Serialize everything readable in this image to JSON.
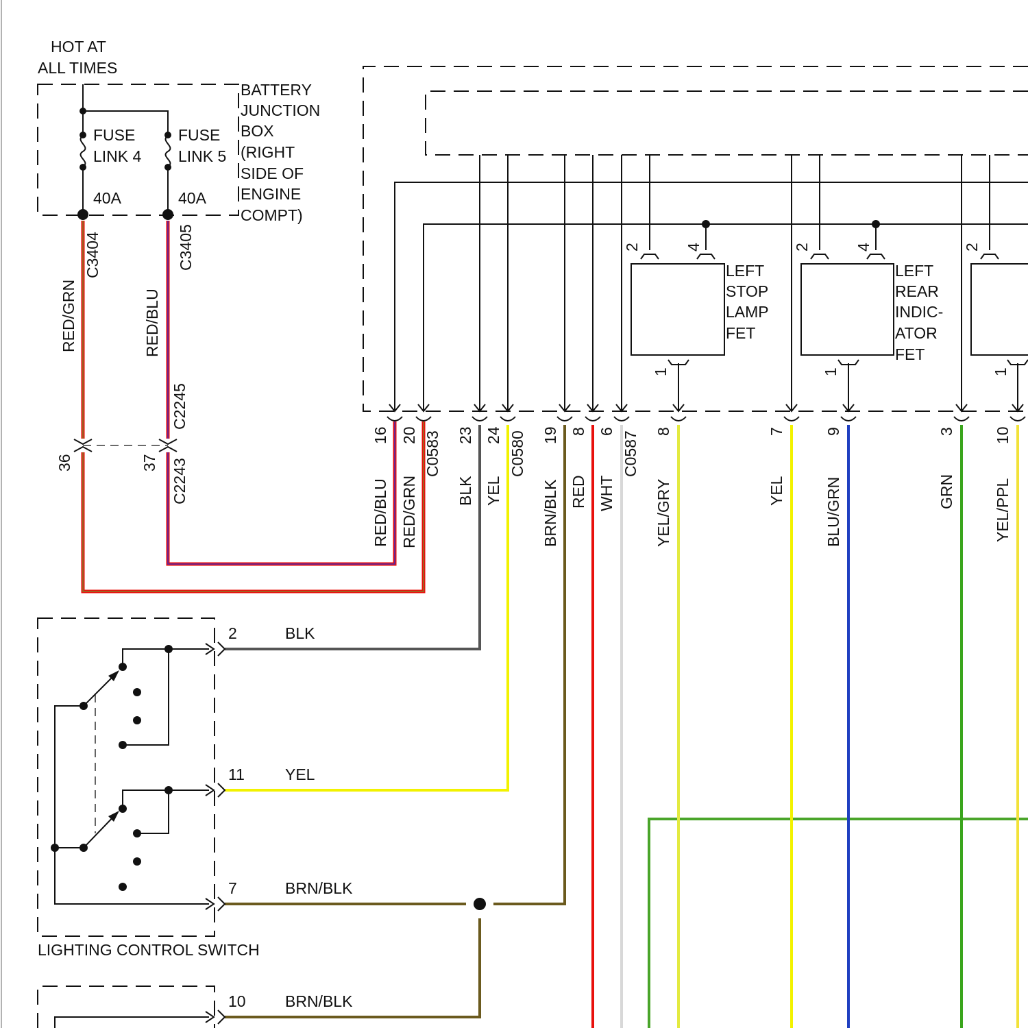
{
  "colors": {
    "red": "#e8100c",
    "red_grn_outer": "#e8100c",
    "red_grn_inner": "#8a7a2a",
    "red_blu_outer": "#e8100c",
    "red_blu_inner": "#4a2ab5",
    "blk": "#555555",
    "yel": "#f2f200",
    "brn_blk": "#6b5a1e",
    "wht": "#d8d8d8",
    "blu_grn": "#1f3fc0",
    "grn": "#3aa51c",
    "yel_ppl": "#f2e23a",
    "yel_gry": "#e3ea40",
    "green_bus": "#4aa52a"
  },
  "hot_at_all_times": [
    "HOT AT",
    "ALL TIMES"
  ],
  "battery_junction_box": {
    "label_lines": [
      "BATTERY",
      "JUNCTION",
      "BOX",
      "(RIGHT",
      "SIDE OF",
      "ENGINE",
      "COMPT)"
    ],
    "fuse_link_4": {
      "line1": "FUSE",
      "line2": "LINK 4",
      "rating": "40A",
      "connector": "C3404"
    },
    "fuse_link_5": {
      "line1": "FUSE",
      "line2": "LINK 5",
      "rating": "40A",
      "connector": "C3405"
    }
  },
  "left_wires": {
    "red_grn": "RED/GRN",
    "red_blu": "RED/BLU",
    "pin_36": "36",
    "pin_37": "37",
    "connector_c2245": "C2245",
    "connector_c2243": "C2243"
  },
  "module_pins": [
    {
      "pin": "16",
      "wire": "RED/BLU"
    },
    {
      "pin": "20",
      "wire": "RED/GRN"
    },
    {
      "pin": "23",
      "wire": "BLK"
    },
    {
      "pin": "24",
      "wire": "YEL"
    },
    {
      "pin": "19",
      "wire": "BRN/BLK"
    },
    {
      "pin": "8",
      "wire": "RED"
    },
    {
      "pin": "6",
      "wire": "WHT"
    },
    {
      "pin": "8",
      "wire": "YEL/GRY"
    },
    {
      "pin": "7",
      "wire": "YEL"
    },
    {
      "pin": "9",
      "wire": "BLU/GRN"
    },
    {
      "pin": "3",
      "wire": "GRN"
    },
    {
      "pin": "10",
      "wire": "YEL/PPL"
    }
  ],
  "module_connectors": {
    "c0583": "C0583",
    "c0580": "C0580",
    "c0587": "C0587"
  },
  "fets": {
    "left_stop_lamp": {
      "label_lines": [
        "LEFT",
        "STOP",
        "LAMP",
        "FET"
      ],
      "pin_2": "2",
      "pin_4": "4",
      "pin_1": "1"
    },
    "left_rear_indicator": {
      "label_lines": [
        "LEFT",
        "REAR",
        "INDIC-",
        "ATOR",
        "FET"
      ],
      "pin_2": "2",
      "pin_4": "4",
      "pin_1": "1"
    },
    "third": {
      "pin_2": "2",
      "pin_1": "1"
    }
  },
  "lighting_control_switch": {
    "label": "LIGHTING CONTROL SWITCH",
    "pins": [
      {
        "pin": "2",
        "wire": "BLK"
      },
      {
        "pin": "11",
        "wire": "YEL"
      },
      {
        "pin": "7",
        "wire": "BRN/BLK"
      }
    ]
  },
  "lower_connector": {
    "pin": "10",
    "wire": "BRN/BLK"
  }
}
